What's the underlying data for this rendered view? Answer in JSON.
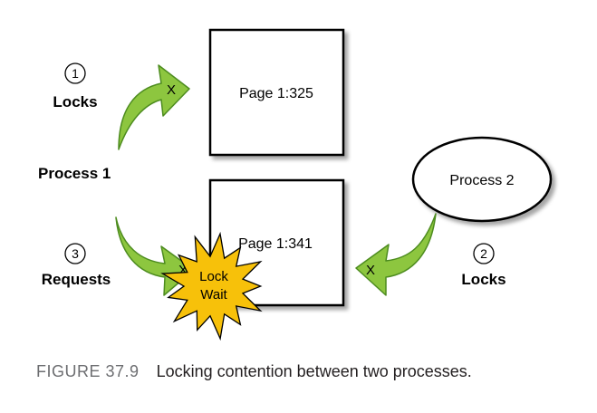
{
  "diagram": {
    "page_top": "Page 1:325",
    "page_bottom": "Page 1:341",
    "process1": "Process 1",
    "process2": "Process 2",
    "step1_num": "1",
    "step1_label": "Locks",
    "step2_num": "2",
    "step2_label": "Locks",
    "step3_num": "3",
    "step3_label": "Requests",
    "lock_mark_1": "X",
    "lock_mark_2": "X",
    "lock_mark_3": "X",
    "lock_wait_line1": "Lock",
    "lock_wait_line2": "Wait",
    "colors": {
      "arrow_fill": "#8dc63f",
      "arrow_stroke": "#4d8c1f",
      "burst_fill": "#f7c10a",
      "box_stroke": "#000000"
    }
  },
  "caption": {
    "figure_number": "FIGURE 37.9",
    "text": "Locking contention between two processes."
  }
}
